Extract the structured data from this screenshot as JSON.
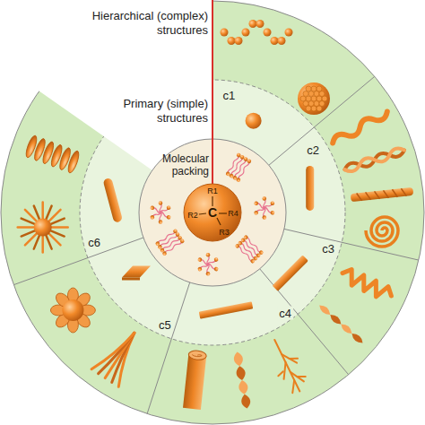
{
  "diagram": {
    "nodes": [
      {
        "text": [
          "R1",
          "R2",
          "C",
          "R4",
          "R3"
        ]
      }
    ],
    "labels": [
      "Hierarchical (complex) structures",
      "Primary (simple) structures",
      "Molecular packing",
      "c1",
      "c2",
      "c3",
      "c4",
      "c5",
      "c6"
    ]
  }
}
